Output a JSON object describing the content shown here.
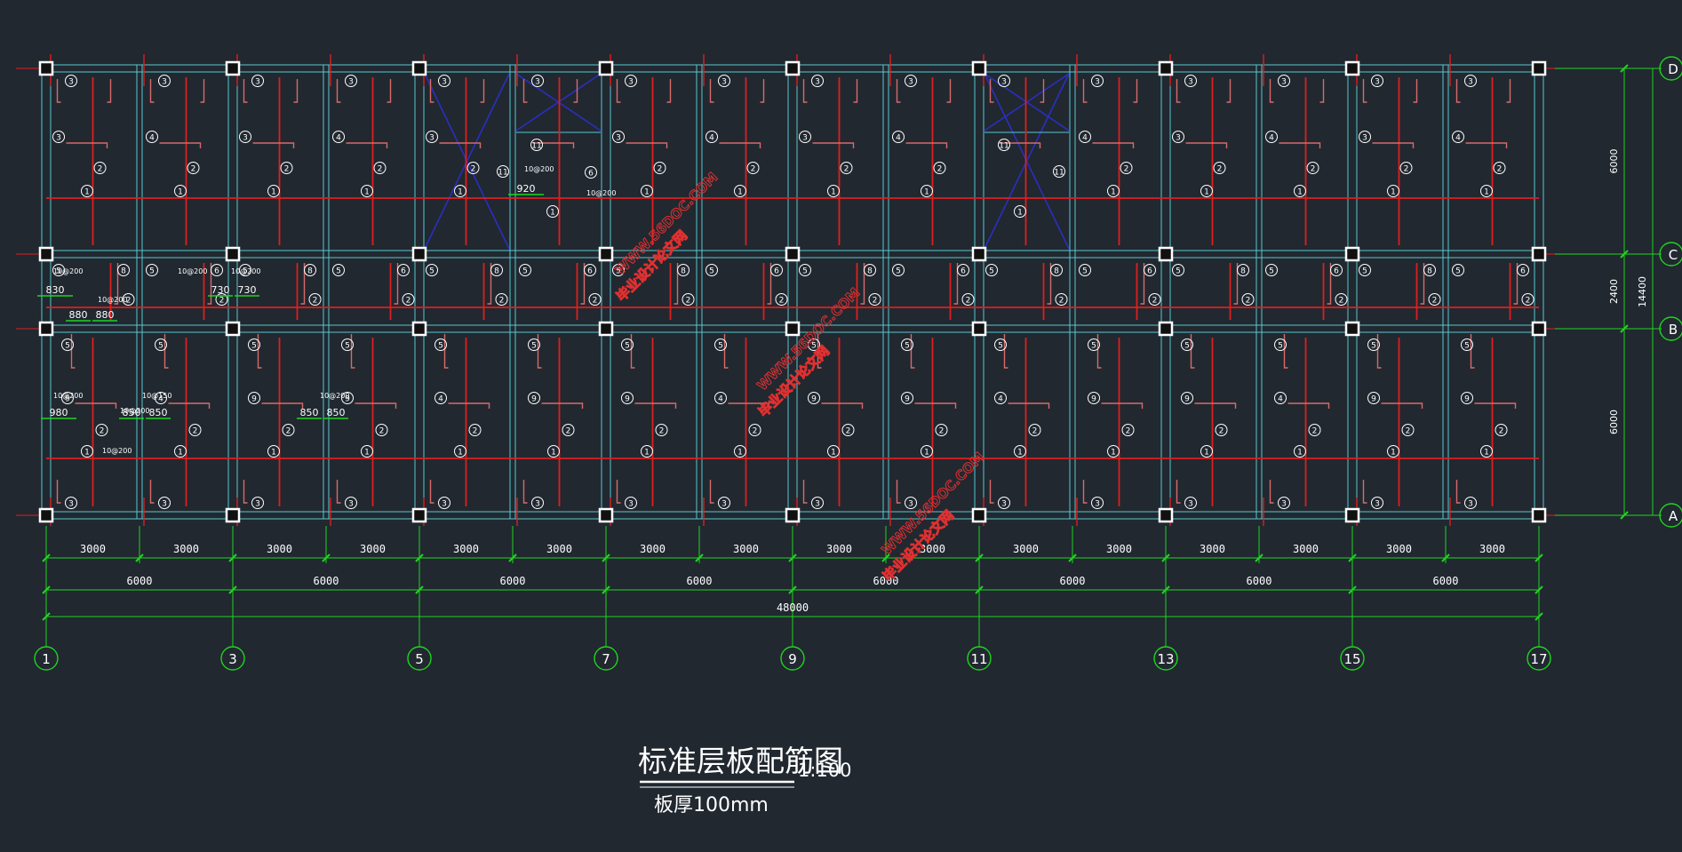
{
  "drawing": {
    "title": "标准层板配筋图",
    "scale": "1:100",
    "slab_note": "板厚100mm",
    "background": "#212830"
  },
  "colors": {
    "axis": "#1fd51f",
    "rebar": "#e01e1e",
    "rebar_hook": "#d86a6a",
    "beam": "#58c8d0",
    "stair": "#2a2fc0",
    "column": "#ffffff",
    "text": "#ffffff",
    "watermark": "#e03030"
  },
  "grid": {
    "bottom_axes": [
      "1",
      "3",
      "5",
      "7",
      "9",
      "11",
      "13",
      "15",
      "17"
    ],
    "side_axes": [
      "A",
      "B",
      "C",
      "D"
    ],
    "row1_dims": [
      "3000",
      "3000",
      "3000",
      "3000",
      "3000",
      "3000",
      "3000",
      "3000",
      "3000",
      "3000",
      "3000",
      "3000",
      "3000",
      "3000",
      "3000",
      "3000"
    ],
    "row2_dims": [
      "6000",
      "6000",
      "6000",
      "6000",
      "6000",
      "6000",
      "6000",
      "6000"
    ],
    "total_dim": "48000",
    "right_dims": [
      "6000",
      "2400",
      "6000"
    ],
    "right_total": "14400"
  },
  "labels": {
    "rebar_codes": [
      "1",
      "2",
      "3",
      "4",
      "5",
      "6",
      "7",
      "8",
      "9",
      "10",
      "11"
    ],
    "spec_callouts": [
      {
        "code": "7",
        "spec": "10@200",
        "dim": "830"
      },
      {
        "code": "8",
        "spec": "10@200",
        "dims": [
          "730",
          "730"
        ]
      },
      {
        "code": "",
        "spec": "10@200",
        "dims": [
          "880",
          "880"
        ]
      },
      {
        "code": "3",
        "spec": "10@200",
        "dim": "980"
      },
      {
        "code": "4",
        "spec": "10@150",
        "dims": [
          "850",
          "850"
        ]
      },
      {
        "code": "9",
        "spec": "10@200",
        "dims": [
          "850",
          "850"
        ]
      },
      {
        "code": "11",
        "spec": "10@200",
        "dim": "920"
      },
      {
        "code": "1",
        "spec": "10@200"
      },
      {
        "code": "10",
        "spec": "10@200"
      },
      {
        "code": "6",
        "spec": "10@200"
      },
      {
        "code": "2",
        "spec": "10@200"
      }
    ]
  },
  "watermark": {
    "line1": "毕业设计论文网",
    "line2": "WWW.56DOC.COM",
    "repeat": 3
  }
}
